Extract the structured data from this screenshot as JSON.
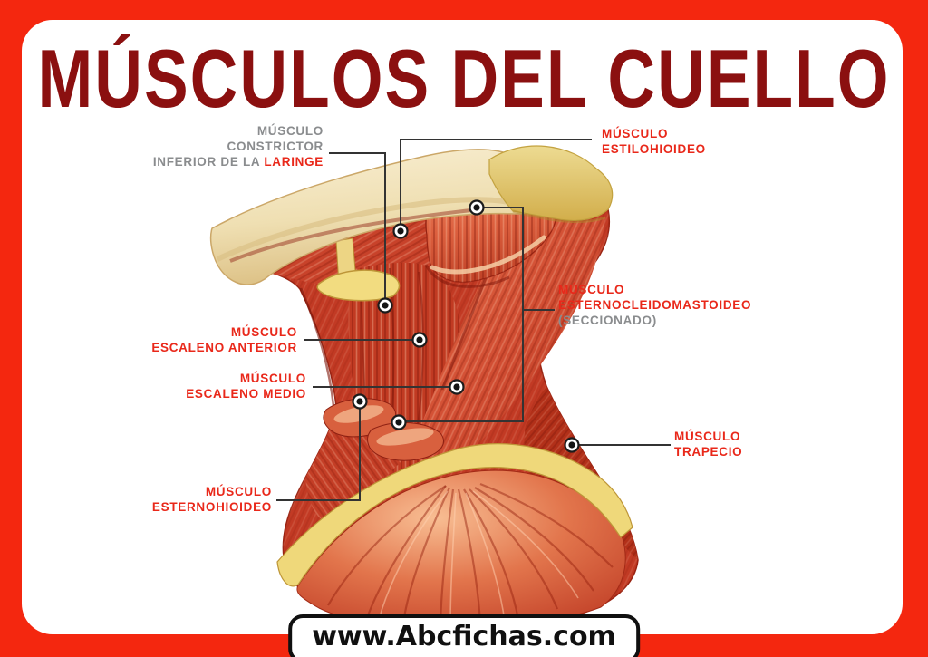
{
  "title": "MÚSCULOS DEL CUELLO",
  "watermark": "www.Abcfichas.com",
  "colors": {
    "frame_red": "#F4270F",
    "title_red": "#8B1010",
    "label_red": "#E9281A",
    "label_gray": "#8A8C8E",
    "line_dark": "#333333"
  },
  "labels": {
    "constrictor": {
      "line1": "MÚSCULO",
      "line2": "CONSTRICTOR",
      "line3_gray": "INFERIOR DE LA",
      "line3_red": "LARINGE"
    },
    "estilohioideo": {
      "line1": "MÚSCULO",
      "line2": "ESTILOHIOIDEO"
    },
    "esternocleidomastoideo": {
      "line1": "MÚSCULO",
      "line2": "ESTERNOCLEIDOMASTOIDEO",
      "line3": "(SECCIONADO)"
    },
    "escaleno_anterior": {
      "line1": "MÚSCULO",
      "line2": "ESCALENO ANTERIOR"
    },
    "escaleno_medio": {
      "line1": "MÚSCULO",
      "line2": "ESCALENO MEDIO"
    },
    "esternohioideo": {
      "line1": "MÚSCULO",
      "line2": "ESTERNOHIOIDEO"
    },
    "trapecio": {
      "line1": "MÚSCULO",
      "line2": "TRAPECIO"
    }
  }
}
